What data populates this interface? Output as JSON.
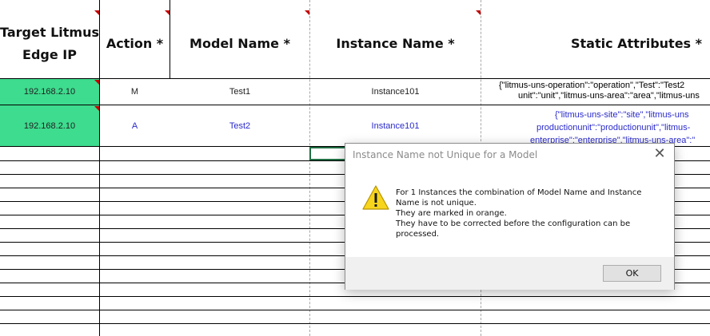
{
  "headers": [
    {
      "line1": "Target Litmus",
      "line2": "Edge IP"
    },
    {
      "line1": "Action *",
      "line2": ""
    },
    {
      "line1": "Model Name *",
      "line2": ""
    },
    {
      "line1": "Instance Name *",
      "line2": ""
    },
    {
      "line1": "Static Attributes *",
      "line2": ""
    }
  ],
  "rows": [
    {
      "ip": "192.168.2.10",
      "action": "M",
      "model": "Test1",
      "instance": "Instance101",
      "attr_lines": [
        "{\"litmus-uns-operation\":\"operation\",\"Test\":\"Test2",
        "unit\":\"unit\",\"litmus-uns-area\":\"area\",\"litmus-uns"
      ]
    },
    {
      "ip": "192.168.2.10",
      "action": "A",
      "model": "Test2",
      "instance": "Instance101",
      "attr_lines": [
        "{\"litmus-uns-site\":\"site\",\"litmus-uns",
        "productionunit\":\"productionunit\",\"litmus-",
        "enterprise\":\"enterprise\",\"litmus-uns-area\":\""
      ]
    }
  ],
  "dialog": {
    "title": "Instance Name not Unique for a Model",
    "close_glyph": "✕",
    "message_lines": [
      "For 1 Instances the combination of Model Name and Instance",
      "Name is not unique.",
      "They are marked in orange.",
      "They have to be corrected before the configuration can be",
      "processed."
    ],
    "ok_label": "OK"
  },
  "colors": {
    "ip_cell": "#3ddc8e",
    "added_row_text": "#2a2acb",
    "warning_fill": "#f7d51d"
  }
}
